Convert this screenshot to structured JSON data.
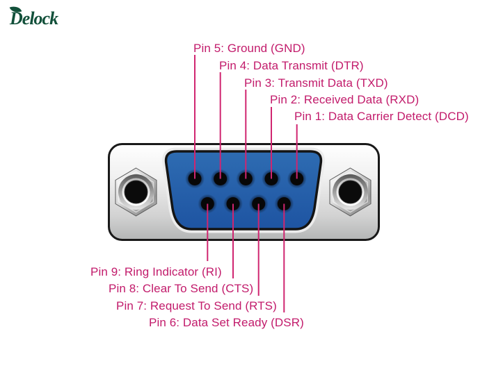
{
  "brand": {
    "name": "Delock",
    "color": "#12503a"
  },
  "colors": {
    "label_text": "#c21b6b",
    "leader_line": "#d02570",
    "insert_blue": "#2560ac",
    "shell_gray": "#d2d2d2",
    "outline_black": "#191919"
  },
  "connector": {
    "pins": {
      "top_row": [
        {
          "pin": "5",
          "label": "Pin 5: Ground (GND)"
        },
        {
          "pin": "4",
          "label": "Pin 4: Data Transmit (DTR)"
        },
        {
          "pin": "3",
          "label": "Pin 3: Transmit Data (TXD)"
        },
        {
          "pin": "2",
          "label": "Pin 2: Received Data (RXD)"
        },
        {
          "pin": "1",
          "label": "Pin 1: Data Carrier Detect (DCD)"
        }
      ],
      "bottom_row": [
        {
          "pin": "9",
          "label": "Pin 9: Ring Indicator (RI)"
        },
        {
          "pin": "8",
          "label": "Pin 8: Clear To Send (CTS)"
        },
        {
          "pin": "7",
          "label": "Pin 7: Request To Send (RTS)"
        },
        {
          "pin": "6",
          "label": "Pin 6: Data Set Ready (DSR)"
        }
      ]
    }
  }
}
